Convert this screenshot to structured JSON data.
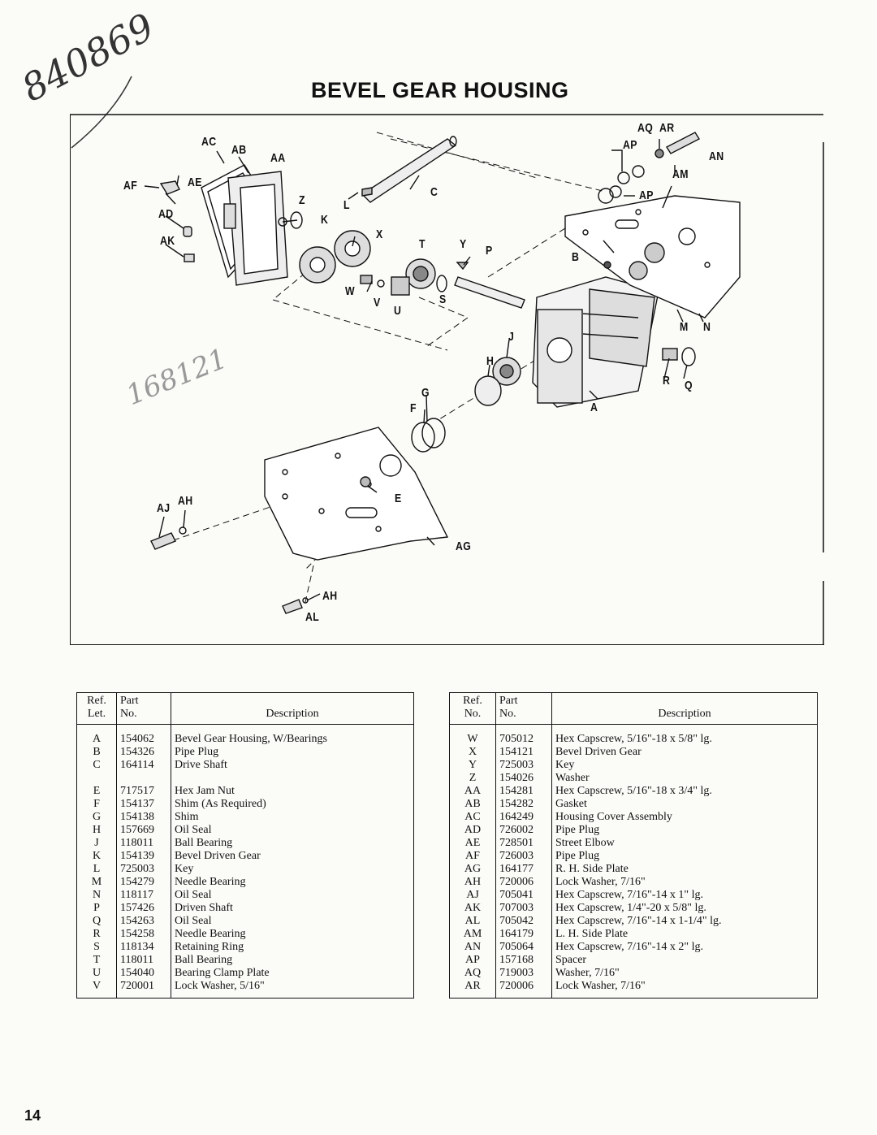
{
  "handwritten": {
    "top": "840869",
    "middle": "168121"
  },
  "title": "BEVEL GEAR HOUSING",
  "diagram": {
    "labels": {
      "AC": "AC",
      "AB": "AB",
      "AA": "AA",
      "AF": "AF",
      "AE": "AE",
      "AD": "AD",
      "AK": "AK",
      "Z": "Z",
      "K": "K",
      "L": "L",
      "C": "C",
      "X": "X",
      "T": "T",
      "Y": "Y",
      "P": "P",
      "W": "W",
      "V": "V",
      "U": "U",
      "S": "S",
      "AQ": "AQ",
      "AR": "AR",
      "AP_top": "AP",
      "AN": "AN",
      "AM": "AM",
      "AP": "AP",
      "B": "B",
      "M": "M",
      "N": "N",
      "J": "J",
      "H": "H",
      "R": "R",
      "Q": "Q",
      "G": "G",
      "F": "F",
      "A": "A",
      "AJ": "AJ",
      "AH_top": "AH",
      "E": "E",
      "AG": "AG",
      "AH": "AH",
      "AL": "AL"
    }
  },
  "table_left": {
    "headers": {
      "ref": "Ref.",
      "ref2": "Let.",
      "part": "Part",
      "part2": "No.",
      "desc": "Description"
    },
    "rows": [
      {
        "ref": "A",
        "part": "154062",
        "desc": "Bevel Gear Housing, W/Bearings"
      },
      {
        "ref": "B",
        "part": "154326",
        "desc": "Pipe Plug"
      },
      {
        "ref": "C",
        "part": "164114",
        "desc": "Drive Shaft"
      },
      {
        "ref": "E",
        "part": "717517",
        "desc": "Hex Jam Nut"
      },
      {
        "ref": "F",
        "part": "154137",
        "desc": "Shim (As Required)"
      },
      {
        "ref": "G",
        "part": "154138",
        "desc": "Shim"
      },
      {
        "ref": "H",
        "part": "157669",
        "desc": "Oil Seal"
      },
      {
        "ref": "J",
        "part": "118011",
        "desc": "Ball Bearing"
      },
      {
        "ref": "K",
        "part": "154139",
        "desc": "Bevel Driven Gear"
      },
      {
        "ref": "L",
        "part": "725003",
        "desc": "Key"
      },
      {
        "ref": "M",
        "part": "154279",
        "desc": "Needle Bearing"
      },
      {
        "ref": "N",
        "part": "118117",
        "desc": "Oil Seal"
      },
      {
        "ref": "P",
        "part": "157426",
        "desc": "Driven Shaft"
      },
      {
        "ref": "Q",
        "part": "154263",
        "desc": "Oil Seal"
      },
      {
        "ref": "R",
        "part": "154258",
        "desc": "Needle Bearing"
      },
      {
        "ref": "S",
        "part": "118134",
        "desc": "Retaining Ring"
      },
      {
        "ref": "T",
        "part": "118011",
        "desc": "Ball Bearing"
      },
      {
        "ref": "U",
        "part": "154040",
        "desc": "Bearing Clamp Plate"
      },
      {
        "ref": "V",
        "part": "720001",
        "desc": "Lock Washer, 5/16\""
      }
    ]
  },
  "table_right": {
    "headers": {
      "ref": "Ref.",
      "ref2": "No.",
      "part": "Part",
      "part2": "No.",
      "desc": "Description"
    },
    "rows": [
      {
        "ref": "W",
        "part": "705012",
        "desc": "Hex Capscrew, 5/16\"-18 x 5/8\" lg."
      },
      {
        "ref": "X",
        "part": "154121",
        "desc": "Bevel Driven Gear"
      },
      {
        "ref": "Y",
        "part": "725003",
        "desc": "Key"
      },
      {
        "ref": "Z",
        "part": "154026",
        "desc": "Washer"
      },
      {
        "ref": "AA",
        "part": "154281",
        "desc": "Hex Capscrew, 5/16\"-18 x 3/4\" lg."
      },
      {
        "ref": "AB",
        "part": "154282",
        "desc": "Gasket"
      },
      {
        "ref": "AC",
        "part": "164249",
        "desc": "Housing Cover Assembly"
      },
      {
        "ref": "AD",
        "part": "726002",
        "desc": "Pipe Plug"
      },
      {
        "ref": "AE",
        "part": "728501",
        "desc": "Street Elbow"
      },
      {
        "ref": "AF",
        "part": "726003",
        "desc": "Pipe Plug"
      },
      {
        "ref": "AG",
        "part": "164177",
        "desc": "R. H. Side Plate"
      },
      {
        "ref": "AH",
        "part": "720006",
        "desc": "Lock Washer, 7/16\""
      },
      {
        "ref": "AJ",
        "part": "705041",
        "desc": "Hex Capscrew, 7/16\"-14 x 1\" lg."
      },
      {
        "ref": "AK",
        "part": "707003",
        "desc": "Hex Capscrew, 1/4\"-20 x 5/8\" lg."
      },
      {
        "ref": "AL",
        "part": "705042",
        "desc": "Hex Capscrew, 7/16\"-14 x 1-1/4\" lg."
      },
      {
        "ref": "AM",
        "part": "164179",
        "desc": "L. H. Side Plate"
      },
      {
        "ref": "AN",
        "part": "705064",
        "desc": "Hex Capscrew, 7/16\"-14 x 2\" lg."
      },
      {
        "ref": "AP",
        "part": "157168",
        "desc": "Spacer"
      },
      {
        "ref": "AQ",
        "part": "719003",
        "desc": "Washer, 7/16\""
      },
      {
        "ref": "AR",
        "part": "720006",
        "desc": "Lock Washer, 7/16\""
      }
    ]
  },
  "page_number": "14"
}
